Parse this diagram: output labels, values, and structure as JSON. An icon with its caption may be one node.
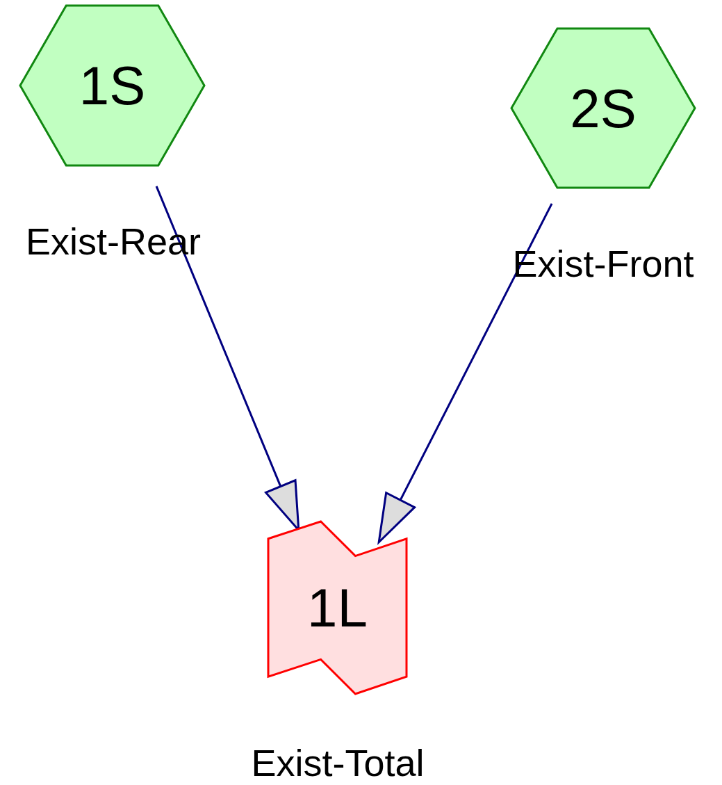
{
  "diagram": {
    "nodes": [
      {
        "text": [
          "1S"
        ],
        "beside": [
          "Exist-Rear"
        ]
      },
      {
        "text": [
          "2S"
        ],
        "beside": [
          "Exist-Front"
        ]
      },
      {
        "text": [
          "1L"
        ],
        "beside": [
          "Exist-Total"
        ]
      }
    ],
    "edges": [
      {
        "from": 0,
        "to": 2,
        "arrow": "to"
      },
      {
        "from": 1,
        "to": 2,
        "arrow": "to"
      }
    ]
  }
}
